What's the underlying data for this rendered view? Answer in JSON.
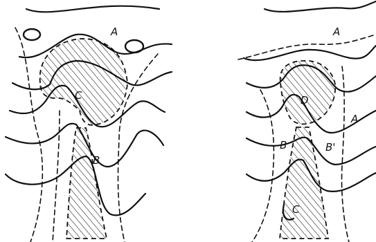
{
  "left_panel": {
    "labels": {
      "a": "A",
      "b": "B",
      "c": "C"
    }
  },
  "right_panel": {
    "labels": {
      "a_top": "A",
      "a_right": "A",
      "b_left": "B",
      "b_right": "B'",
      "c": "C",
      "d": "D"
    }
  }
}
